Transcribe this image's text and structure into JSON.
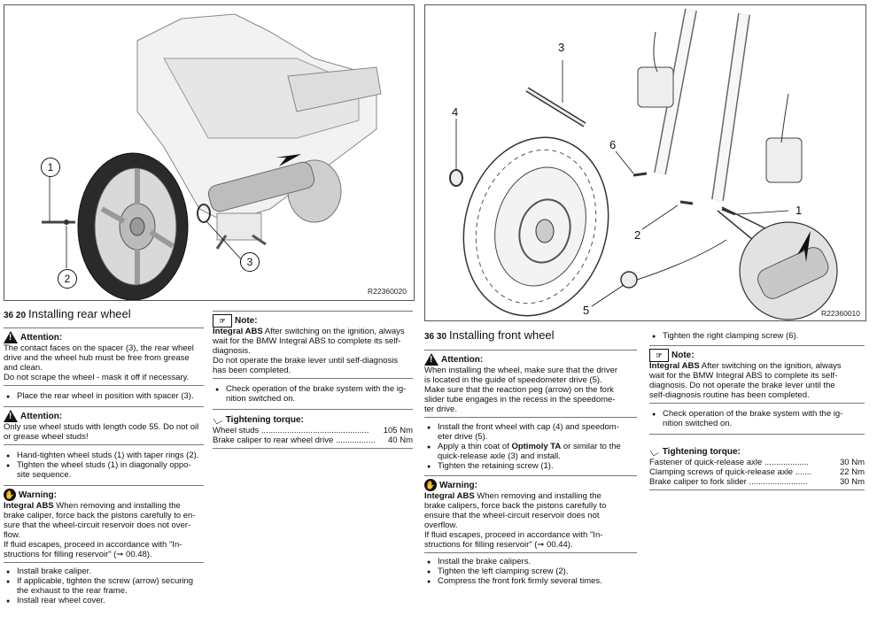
{
  "left": {
    "figure_ref": "R22360020",
    "callouts": [
      "1",
      "2",
      "3"
    ],
    "section_number": "36 20",
    "section_title": "Installing rear wheel",
    "attention1_title": "Attention:",
    "attention1_lines": [
      "The contact faces on the spacer (3), the rear wheel",
      "drive and the wheel hub must be free from grease",
      "and clean.",
      "Do not scrape the wheel - mask it off if necessary."
    ],
    "step1": "Place the rear wheel in position with spacer (3).",
    "attention2_title": "Attention:",
    "attention2_lines": [
      "Only use wheel studs with length code 55. Do not oil",
      "or grease wheel studs!"
    ],
    "steps2": [
      "Hand-tighten wheel studs (1) with taper rings (2).",
      "Tighten the wheel studs (1) in diagonally oppo-\nsite sequence."
    ],
    "warning_title": "Warning:",
    "warning_lead": "Integral ABS",
    "warning_lines": [
      " When removing and installing the",
      "brake caliper, force back the pistons carefully to en-",
      "sure that the wheel-circuit reservoir does not over-",
      "flow.",
      "If fluid escapes, proceed in accordance with \"In-",
      "structions for filling reservoir\" (➞ 00.48)."
    ],
    "steps3": [
      "Install brake caliper.",
      "If applicable, tighten the screw (arrow) securing\nthe exhaust to the rear frame.",
      "Install rear wheel cover."
    ]
  },
  "middle": {
    "note_title": "Note:",
    "note_lead": "Integral ABS",
    "note_lines": [
      " After switching on the ignition, always",
      "wait for the BMW Integral ABS to complete its self-",
      "diagnosis.",
      "Do not operate the brake lever until self-diagnosis",
      "has been completed."
    ],
    "check": "Check operation of the brake system with the ig-\nnition switched on.",
    "torque_title": "Tightening torque:",
    "torque_rows": [
      {
        "label": "Wheel studs",
        "dots": " ..............................................",
        "value": "105 Nm"
      },
      {
        "label": "Brake caliper to rear wheel drive",
        "dots": " .................",
        "value": "40 Nm"
      }
    ]
  },
  "right": {
    "figure_ref": "R22360010",
    "callouts": [
      "1",
      "2",
      "3",
      "4",
      "5",
      "6"
    ],
    "section_number": "36 30",
    "section_title": "Installing front wheel",
    "attention_title": "Attention:",
    "attention_lines": [
      "When installing the wheel, make sure that the driver",
      "is located in the guide of speedometer drive (5).",
      "Make sure that the reaction peg (arrow) on the fork",
      "slider tube engages in the recess in the speedome-",
      "ter drive."
    ],
    "steps1": [
      "Install the front wheel with cap (4) and speedom-\neter drive (5).",
      "Apply a thin coat of ",
      "Tighten the retaining screw (1)."
    ],
    "optimoly": "Optimoly TA",
    "optimoly_rest": " or similar to the\nquick-release axle (3) and install.",
    "warning_title": "Warning:",
    "warning_lead": "Integral ABS",
    "warning_lines": [
      " When removing and installing the",
      "brake calipers, force back the pistons carefully to",
      "ensure that the wheel-circuit reservoir does not",
      "overflow.",
      "If fluid escapes, proceed in accordance with \"In-",
      "structions for filling reservoir\" (➞ 00.44)."
    ],
    "steps2": [
      "Install the brake calipers.",
      "Tighten the left clamping screw (2).",
      "Compress the front fork firmly several times."
    ]
  },
  "far_right": {
    "step": "Tighten the right clamping screw (6).",
    "note_title": "Note:",
    "note_lead": "Integral ABS",
    "note_lines": [
      " After switching on the ignition, always",
      "wait for the BMW Integral ABS to complete its self-",
      "diagnosis. Do not operate the brake lever until the",
      "self-diagnosis routine has been completed."
    ],
    "check": "Check operation of the brake system with the ig-\nnition switched on.",
    "torque_title": "Tightening torque:",
    "torque_rows": [
      {
        "label": "Fastener of quick-release axle",
        "dots": " ...................",
        "value": "30 Nm"
      },
      {
        "label": "Clamping screws of quick-release axle",
        "dots": " .......",
        "value": "22 Nm"
      },
      {
        "label": "Brake caliper to fork slider",
        "dots": " .........................",
        "value": "30 Nm"
      }
    ]
  }
}
